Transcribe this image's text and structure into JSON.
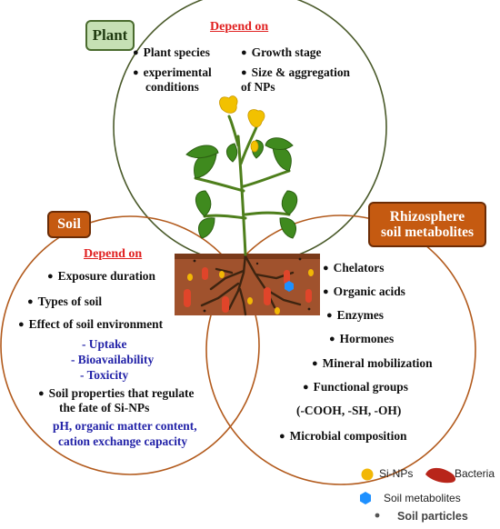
{
  "plant": {
    "title": "Plant",
    "depend_on": "Depend on",
    "items": {
      "species": "Plant species",
      "growth": "Growth stage",
      "exp1": "experimental",
      "exp2": "conditions",
      "size1": "Size & aggregation",
      "size2": "of NPs"
    }
  },
  "soil": {
    "title": "Soil",
    "depend_on": "Depend on",
    "items": {
      "exposure": "Exposure duration",
      "types": "Types of soil",
      "effect": "Effect of soil environment",
      "uptake": "- Uptake",
      "bioavail": "- Bioavailability",
      "toxicity": "- Toxicity",
      "props1": "Soil properties that regulate",
      "props2": "the fate of Si-NPs",
      "ph1": "pH, organic matter content,",
      "ph2": "cation exchange capacity"
    }
  },
  "rhizosphere": {
    "title_line1": "Rhizosphere",
    "title_line2": "soil metabolites",
    "items": {
      "chelators": "Chelators",
      "organic": "Organic acids",
      "enzymes": "Enzymes",
      "hormones": "Hormones",
      "mineral": "Mineral mobilization",
      "functional": "Functional groups",
      "groups": "(-COOH, -SH, -OH)",
      "microbial": "Microbial composition"
    }
  },
  "legend": {
    "si_nps": "Si-NPs",
    "bacteria": "Bacteria",
    "metabolites": "Soil metabolites",
    "particles": "Soil particles"
  },
  "colors": {
    "plant_circle": "#4a5a2a",
    "soil_circle": "#b25a1c",
    "soil_box": "#c55a11",
    "label_red": "#e02020",
    "label_blue": "#2323a8",
    "nanoparticle": "#f2b705",
    "bacteria": "#b8251a",
    "metabolite": "#1e90ff"
  }
}
